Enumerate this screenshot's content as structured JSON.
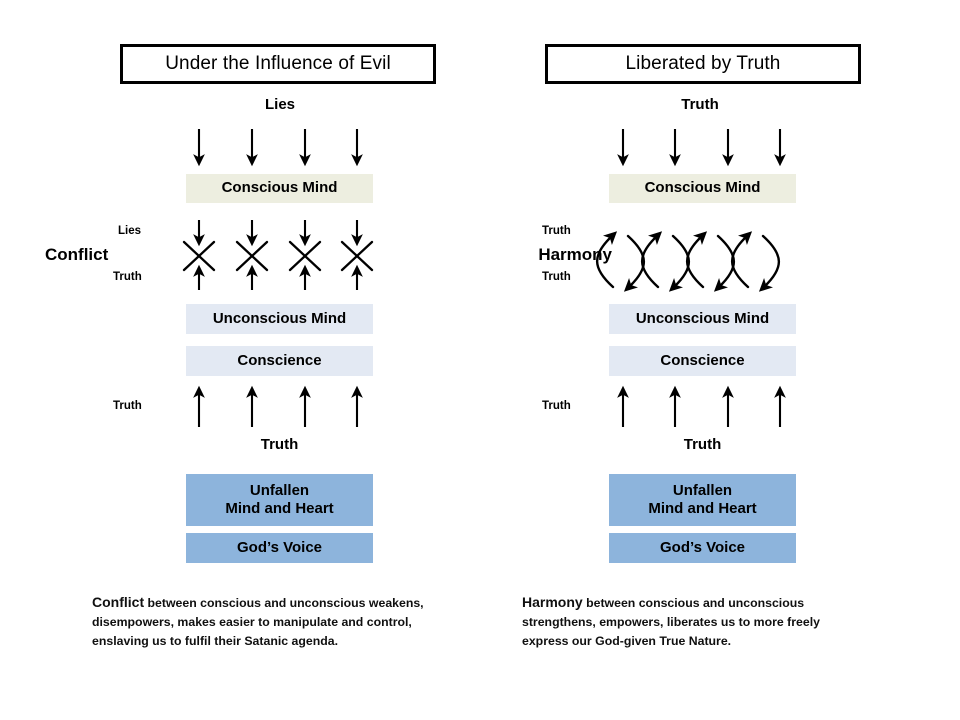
{
  "document": {
    "title": "Under the Influence of Evil vs Liberated by Truth",
    "background": "#ffffff"
  },
  "colors": {
    "conscious_band": "#EDEEE0",
    "unconscious_band": "#E3E9F3",
    "conscience_band": "#E3E9F3",
    "unfallen_band": "#8DB4DC",
    "voice_band": "#8DB4DC",
    "outline": "#000000",
    "text": "#000000"
  },
  "panels": [
    {
      "id": "left",
      "title": "Under the Influence of Evil",
      "source_word": "Lies",
      "boxes": {
        "conscious": "Conscious Mind",
        "unconscious": "Unconscious Mind",
        "conscience": "Conscience",
        "unfallen_line1": "Unfallen",
        "unfallen_line2": "Mind and Heart",
        "voice": "God’s Voice"
      },
      "middle": {
        "side_label": "Conflict",
        "upper_mini_label": "Lies",
        "lower_mini_label": "Truth",
        "symbol": "crossed-arrows",
        "symbol_count": 4
      },
      "lower": {
        "mini_label": "Truth",
        "center_word": "Truth",
        "arrow_direction": "up",
        "arrow_count": 4
      },
      "top_arrows": {
        "direction": "down",
        "count": 4
      },
      "caption": {
        "lead": "Conflict",
        "rest": " between conscious and unconscious weakens, disempowers, makes easier to manipulate and control, enslaving us to fulfil  their Satanic agenda."
      }
    },
    {
      "id": "right",
      "title": "Liberated by Truth",
      "source_word": "Truth",
      "boxes": {
        "conscious": "Conscious Mind",
        "unconscious": "Unconscious Mind",
        "conscience": "Conscience",
        "unfallen_line1": "Unfallen",
        "unfallen_line2": "Mind and Heart",
        "voice": "God’s Voice"
      },
      "middle": {
        "side_label": "Harmony",
        "upper_mini_label": "Truth",
        "lower_mini_label": "Truth",
        "symbol": "circulating-arcs",
        "symbol_count": 5
      },
      "lower": {
        "mini_label": "Truth",
        "center_word": "Truth",
        "arrow_direction": "up",
        "arrow_count": 4
      },
      "top_arrows": {
        "direction": "down",
        "count": 4
      },
      "caption": {
        "lead": "Harmony",
        "rest": " between conscious and unconscious strengthens, empowers, liberates us to more freely express our God-given True Nature."
      }
    }
  ]
}
